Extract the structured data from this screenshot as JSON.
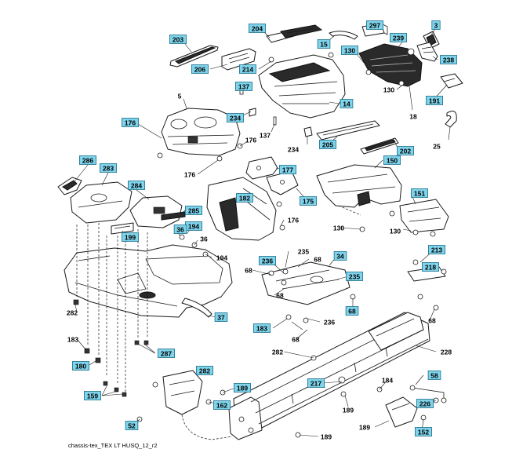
{
  "diagram": {
    "footer_caption": "chassis-tex_TEX LT HUSQ_12_r2",
    "callouts": [
      {
        "label": "297",
        "boxed": true
      },
      {
        "label": "3",
        "boxed": true
      },
      {
        "label": "204",
        "boxed": true
      },
      {
        "label": "203",
        "boxed": true
      },
      {
        "label": "15",
        "boxed": true
      },
      {
        "label": "239",
        "boxed": true
      },
      {
        "label": "238",
        "boxed": true
      },
      {
        "label": "130",
        "boxed": true
      },
      {
        "label": "206",
        "boxed": true
      },
      {
        "label": "214",
        "boxed": true
      },
      {
        "label": "130",
        "boxed": false
      },
      {
        "label": "137",
        "boxed": true
      },
      {
        "label": "191",
        "boxed": true
      },
      {
        "label": "5",
        "boxed": false
      },
      {
        "label": "14",
        "boxed": true
      },
      {
        "label": "176",
        "boxed": true
      },
      {
        "label": "234",
        "boxed": true
      },
      {
        "label": "137",
        "boxed": false
      },
      {
        "label": "18",
        "boxed": false
      },
      {
        "label": "176",
        "boxed": false
      },
      {
        "label": "234",
        "boxed": false
      },
      {
        "label": "205",
        "boxed": true
      },
      {
        "label": "202",
        "boxed": true
      },
      {
        "label": "25",
        "boxed": false
      },
      {
        "label": "286",
        "boxed": true
      },
      {
        "label": "283",
        "boxed": true
      },
      {
        "label": "176",
        "boxed": false
      },
      {
        "label": "177",
        "boxed": true
      },
      {
        "label": "150",
        "boxed": true
      },
      {
        "label": "284",
        "boxed": true
      },
      {
        "label": "182",
        "boxed": true
      },
      {
        "label": "175",
        "boxed": true
      },
      {
        "label": "151",
        "boxed": true
      },
      {
        "label": "285",
        "boxed": true
      },
      {
        "label": "194",
        "boxed": true
      },
      {
        "label": "176",
        "boxed": false
      },
      {
        "label": "36",
        "boxed": true
      },
      {
        "label": "130",
        "boxed": false
      },
      {
        "label": "130",
        "boxed": false
      },
      {
        "label": "199",
        "boxed": true
      },
      {
        "label": "36",
        "boxed": false
      },
      {
        "label": "235",
        "boxed": false
      },
      {
        "label": "213",
        "boxed": true
      },
      {
        "label": "194",
        "boxed": false
      },
      {
        "label": "236",
        "boxed": true
      },
      {
        "label": "68",
        "boxed": false
      },
      {
        "label": "34",
        "boxed": true
      },
      {
        "label": "218",
        "boxed": true
      },
      {
        "label": "68",
        "boxed": false
      },
      {
        "label": "235",
        "boxed": true
      },
      {
        "label": "68",
        "boxed": false
      },
      {
        "label": "68",
        "boxed": true
      },
      {
        "label": "282",
        "boxed": false
      },
      {
        "label": "37",
        "boxed": true
      },
      {
        "label": "236",
        "boxed": false
      },
      {
        "label": "68",
        "boxed": false
      },
      {
        "label": "183",
        "boxed": true
      },
      {
        "label": "68",
        "boxed": false
      },
      {
        "label": "183",
        "boxed": false
      },
      {
        "label": "287",
        "boxed": true
      },
      {
        "label": "282",
        "boxed": false
      },
      {
        "label": "228",
        "boxed": false
      },
      {
        "label": "180",
        "boxed": true
      },
      {
        "label": "282",
        "boxed": true
      },
      {
        "label": "58",
        "boxed": true
      },
      {
        "label": "217",
        "boxed": true
      },
      {
        "label": "184",
        "boxed": false
      },
      {
        "label": "189",
        "boxed": true
      },
      {
        "label": "159",
        "boxed": true
      },
      {
        "label": "162",
        "boxed": true
      },
      {
        "label": "189",
        "boxed": false
      },
      {
        "label": "226",
        "boxed": true
      },
      {
        "label": "52",
        "boxed": true
      },
      {
        "label": "189",
        "boxed": false
      },
      {
        "label": "152",
        "boxed": true
      },
      {
        "label": "189",
        "boxed": false
      },
      {
        "label": "159",
        "boxed": false
      }
    ]
  }
}
